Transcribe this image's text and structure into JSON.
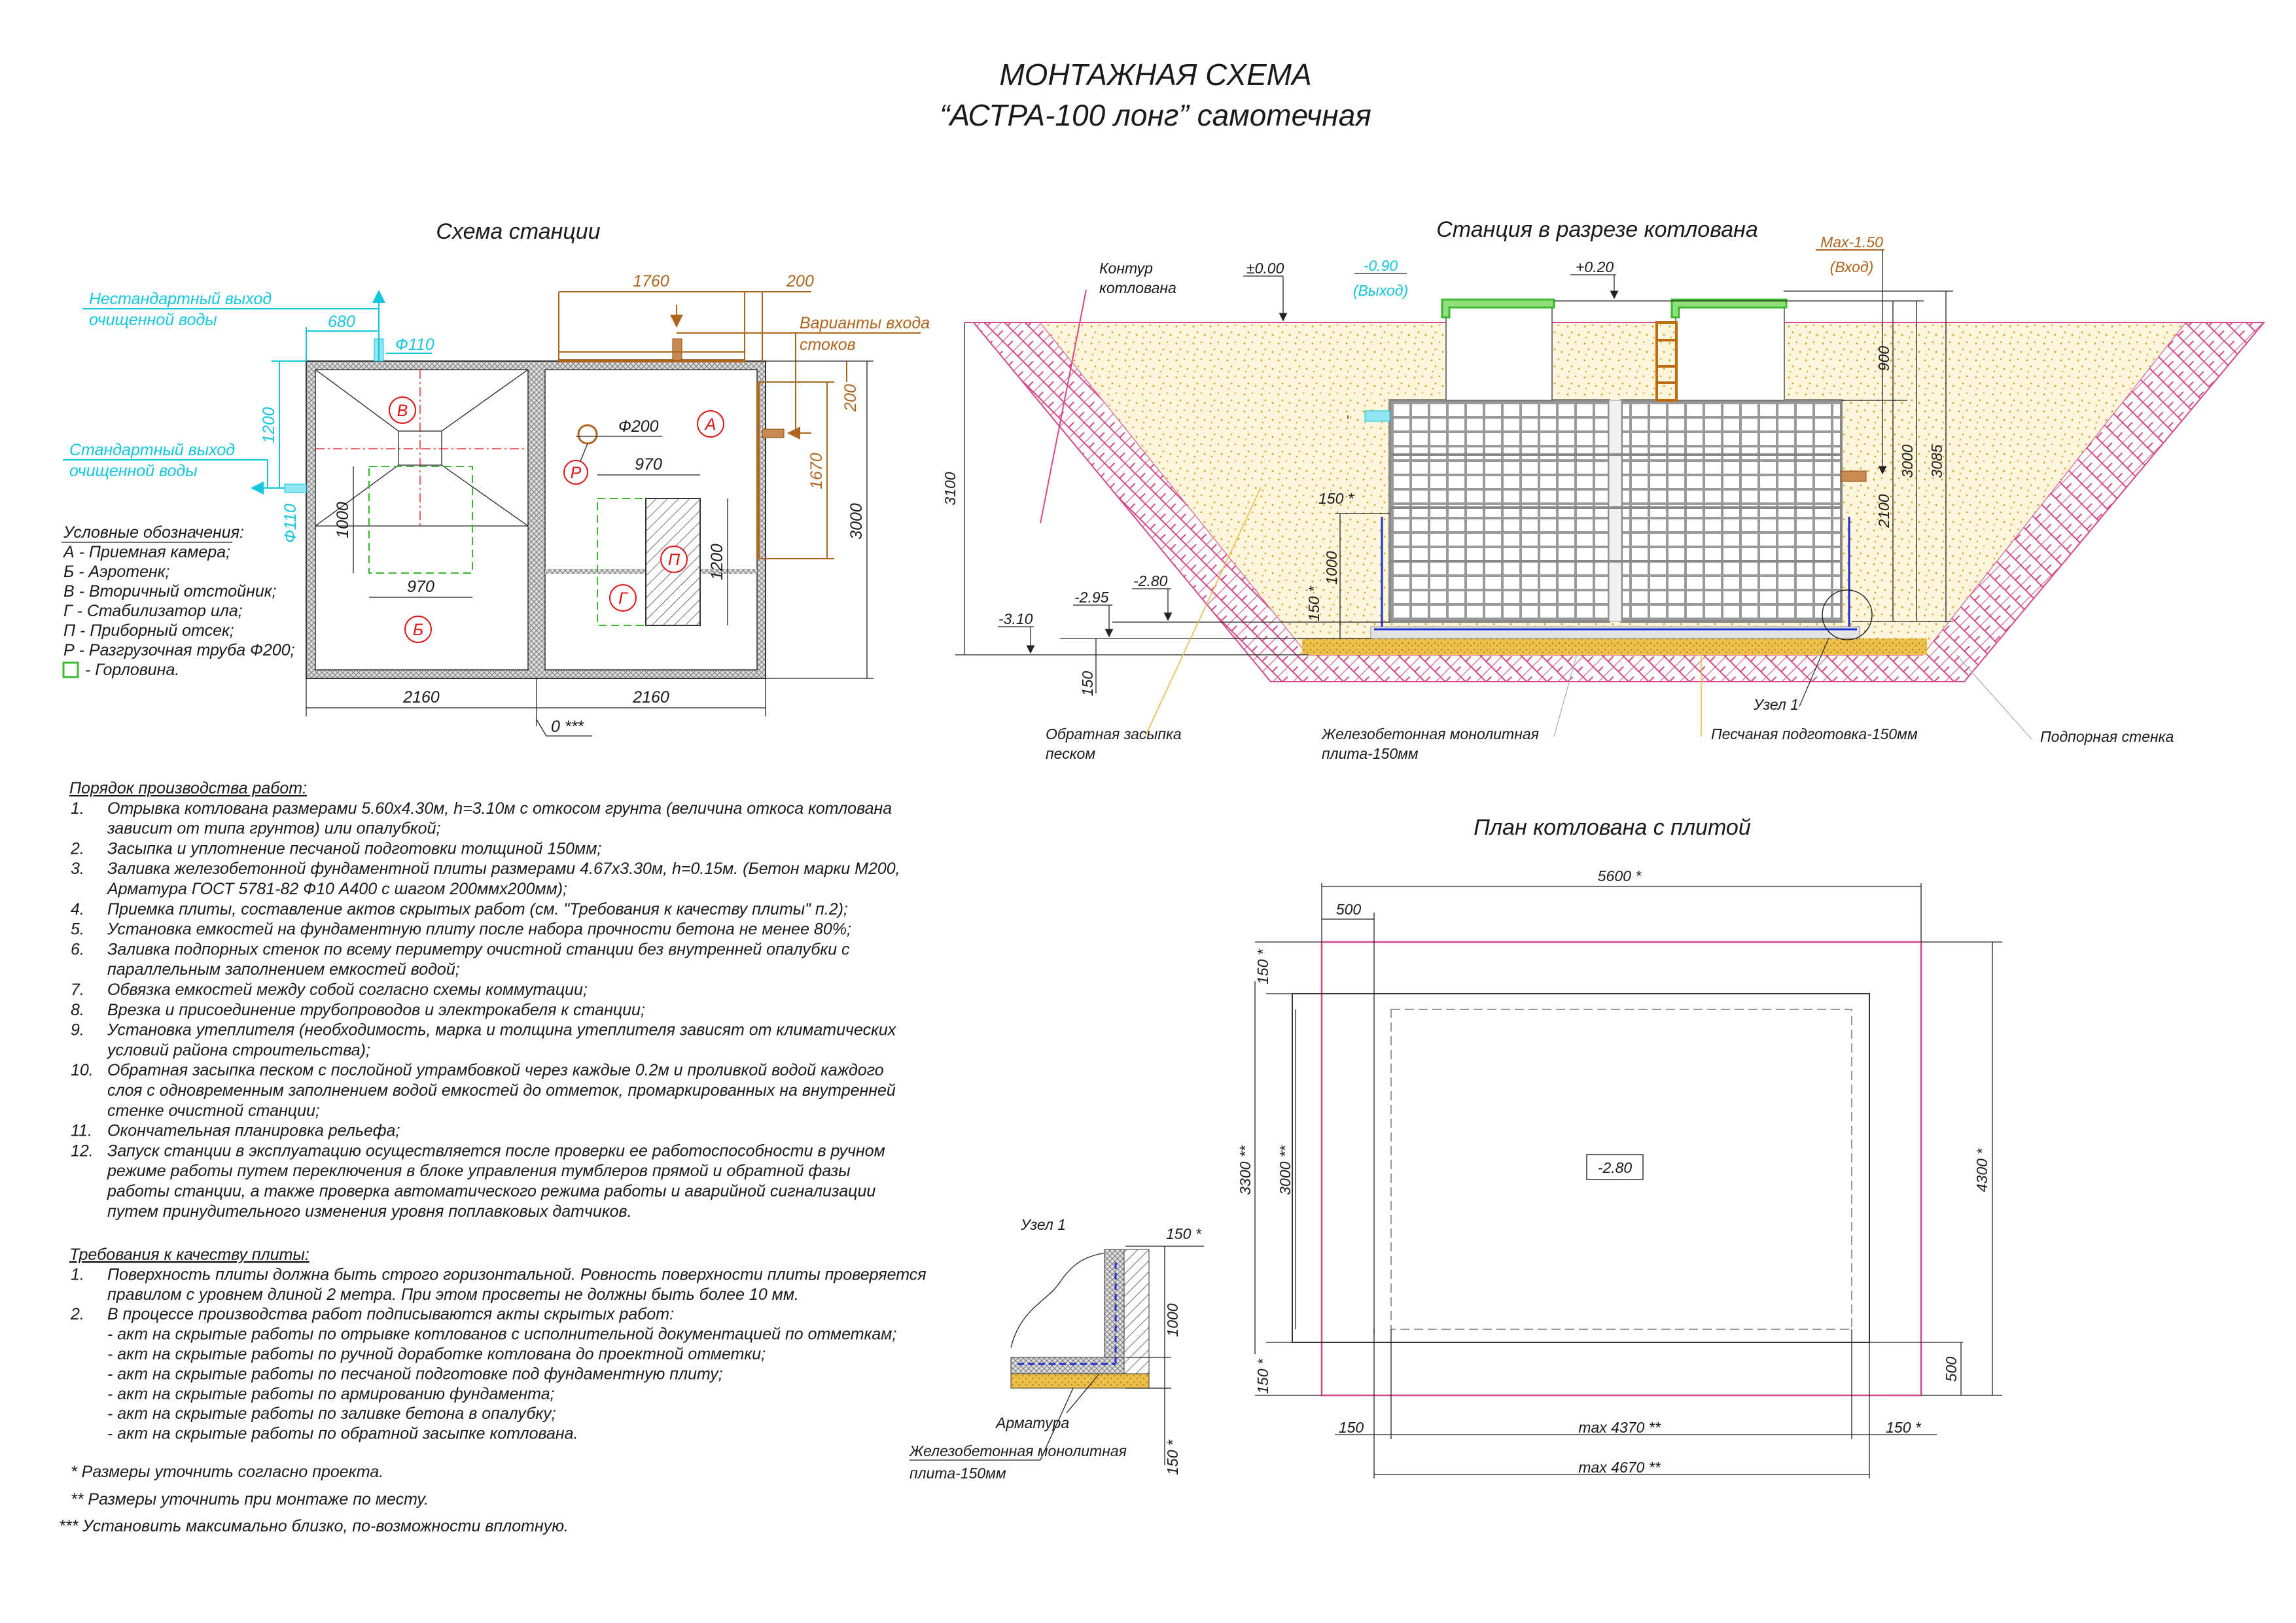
{
  "title": {
    "line1": "МОНТАЖНАЯ СХЕМА",
    "line2": "“АСТРА-100 лонг” самотечная"
  },
  "scheme": {
    "heading": "Схема станции",
    "nonstandard_outlet": [
      "Нестандартный выход",
      "очищенной воды"
    ],
    "standard_outlet": [
      "Стандартный выход",
      "очищенной воды"
    ],
    "inlet_variants": [
      "Варианты входа",
      "стоков"
    ],
    "dims": {
      "d680": "680",
      "phi110_top": "Ф110",
      "phi110_side": "Ф110",
      "d1200_cyan": "1200",
      "d1760": "1760",
      "d200_top": "200",
      "d200_side": "200",
      "d1670": "1670",
      "d3000": "3000",
      "d1000": "1000",
      "d970_left": "970",
      "d970_right": "970",
      "d1200_right": "1200",
      "phi200": "Ф200",
      "d2160_left": "2160",
      "d2160_right": "2160",
      "zero": "0 ***"
    },
    "markers": {
      "a": "А",
      "b": "Б",
      "v": "В",
      "g": "Г",
      "p": "П",
      "r": "Р"
    },
    "legend": {
      "title": "Условные обозначения:",
      "items": [
        "А - Приемная камера;",
        "Б - Аэротенк;",
        "В - Вторичный отстойник;",
        "Г - Стабилизатор ила;",
        "П - Приборный отсек;",
        "Р - Разгрузочная труба Ф200;"
      ],
      "manhole": "- Горловина."
    }
  },
  "section": {
    "heading": "Станция в разрезе котлована",
    "pit_contour": [
      "Контур",
      "котлована"
    ],
    "levels": {
      "zero": "±0.00",
      "outlet": "-0.90",
      "outlet_note": "(Выход)",
      "plus": "+0.20",
      "inlet": "Max-1.50",
      "inlet_note": "(Вход)",
      "m280": "-2.80",
      "m295": "-2.95",
      "m310": "-3.10"
    },
    "dims": {
      "d3100": "3100",
      "d900": "900",
      "d3000": "3000",
      "d3085": "3085",
      "d2100": "2100",
      "d150a": "150 *",
      "d1000": "1000",
      "d150b": "150 *",
      "d150c": "150"
    },
    "callouts": {
      "backfill": [
        "Обратная засыпка",
        "песком"
      ],
      "slab": [
        "Железобетонная монолитная",
        "плита-150мм"
      ],
      "node": "Узел 1",
      "sand": "Песчаная подготовка-150мм",
      "wall": "Подпорная стенка"
    }
  },
  "plan": {
    "heading": "План котлована с плитой",
    "dims": {
      "d5600": "5600 *",
      "d500_top": "500",
      "d150_top": "150 *",
      "d3300": "3300 **",
      "d3000": "3000 **",
      "d4300": "4300 *",
      "d150_bottom": "150 *",
      "d500_right": "500",
      "d150_left": "150",
      "max4370": "max 4370 **",
      "d150_right": "150 *",
      "max4670": "max 4670 **"
    },
    "level": "-2.80"
  },
  "node": {
    "title": "Узел 1",
    "d150_top": "150 *",
    "d1000": "1000",
    "rebar": "Арматура",
    "slab": [
      "Железобетонная монолитная",
      "плита-150мм"
    ],
    "d150_bottom": "150 *"
  },
  "procedure": {
    "title": "Порядок производства работ:",
    "items": [
      {
        "num": "1.",
        "lines": [
          "Отрывка котлована размерами 5.60x4.30м, h=3.10м с откосом грунта (величина откоса котлована",
          "зависит от типа грунтов) или опалубкой;"
        ]
      },
      {
        "num": "2.",
        "lines": [
          "Засыпка и уплотнение песчаной подготовки толщиной 150мм;"
        ]
      },
      {
        "num": "3.",
        "lines": [
          "Заливка железобетонной фундаментной плиты размерами 4.67x3.30м, h=0.15м. (Бетон марки М200,",
          "Арматура ГОСТ 5781-82 Ф10 А400 с шагом 200ммx200мм);"
        ]
      },
      {
        "num": "4.",
        "lines": [
          "Приемка плиты, составление актов скрытых работ (см. \"Требования к качеству плиты\" п.2);"
        ]
      },
      {
        "num": "5.",
        "lines": [
          "Установка емкостей на фундаментную плиту после набора прочности бетона не менее 80%;"
        ]
      },
      {
        "num": "6.",
        "lines": [
          "Заливка подпорных стенок по всему периметру очистной станции без внутренней опалубки с",
          "параллельным заполнением емкостей водой;"
        ]
      },
      {
        "num": "7.",
        "lines": [
          "Обвязка емкостей между собой согласно схемы коммутации;"
        ]
      },
      {
        "num": "8.",
        "lines": [
          "Врезка и присоединение трубопроводов и электрокабеля к станции;"
        ]
      },
      {
        "num": "9.",
        "lines": [
          "Установка утеплителя (необходимость, марка и толщина утеплителя зависят от климатических",
          "условий района строительства);"
        ]
      },
      {
        "num": "10.",
        "lines": [
          "Обратная засыпка песком с послойной утрамбовкой через каждые 0.2м и проливкой водой каждого",
          "слоя с одновременным заполнением водой емкостей до отметок, промаркированных на внутренней",
          "стенке очистной станции;"
        ]
      },
      {
        "num": "11.",
        "lines": [
          "Окончательная планировка рельефа;"
        ]
      },
      {
        "num": "12.",
        "lines": [
          "Запуск станции в эксплуатацию осуществляется после проверки ее работоспособности в ручном",
          "режиме работы путем переключения в блоке управления тумблеров прямой и обратной фазы",
          "работы станции, а также проверка автоматического режима работы и аварийной сигнализации",
          "путем принудительного изменения уровня поплавковых датчиков."
        ]
      }
    ]
  },
  "requirements": {
    "title": "Требования к качеству плиты:",
    "items": [
      {
        "num": "1.",
        "lines": [
          "Поверхность плиты должна быть строго горизонтальной. Ровность поверхности плиты проверяется",
          "правилом с уровнем длиной 2 метра. При этом просветы не должны быть более 10 мм."
        ]
      },
      {
        "num": "2.",
        "lines": [
          "В процессе производства работ подписываются акты скрытых работ:",
          "- акт на скрытые работы по отрывке котлованов с исполнительной документацией по отметкам;",
          "- акт на скрытые работы по ручной доработке котлована до проектной отметки;",
          "- акт на скрытые работы по песчаной подготовке под фундаментную плиту;",
          "- акт на скрытые работы по армированию фундамента;",
          "- акт на скрытые работы по заливке бетона в опалубку;",
          "- акт на скрытые работы по обратной засыпке котлована."
        ]
      }
    ]
  },
  "footnotes": [
    "* Размеры уточнить согласно проекта.",
    "** Размеры уточнить при монтаже по месту.",
    "*** Установить максимально близко, по-возможности вплотную."
  ],
  "colors": {
    "outlet": "#12c6de",
    "inlet": "#b0651f",
    "markers": "#e01010",
    "ground": "#d6478a",
    "manhole": "#3cb82e",
    "sand": "#e8b840"
  }
}
